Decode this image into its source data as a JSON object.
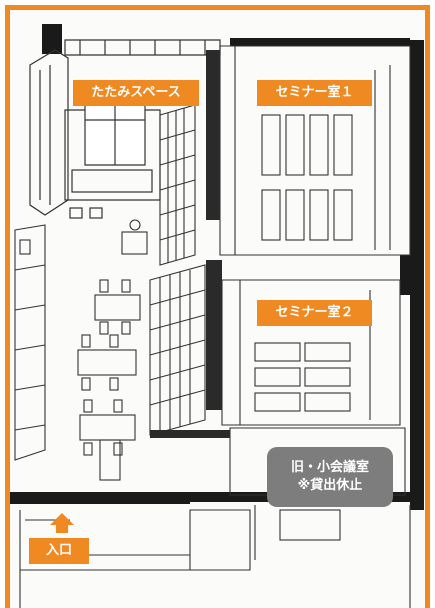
{
  "labels": {
    "tatami": "たたみスペース",
    "seminar1": "セミナー室１",
    "seminar2": "セミナー室２",
    "old_room_line1": "旧・小会議室",
    "old_room_line2": "※貸出休止",
    "entrance": "入口"
  },
  "colors": {
    "frame": "#ef8a22",
    "label_bg": "#ef8a22",
    "closed_bg": "#7d7d7d",
    "wall": "#1a1a1a",
    "ink": "#333333"
  },
  "icons": {
    "entrance_arrow": "up-arrow-icon"
  }
}
